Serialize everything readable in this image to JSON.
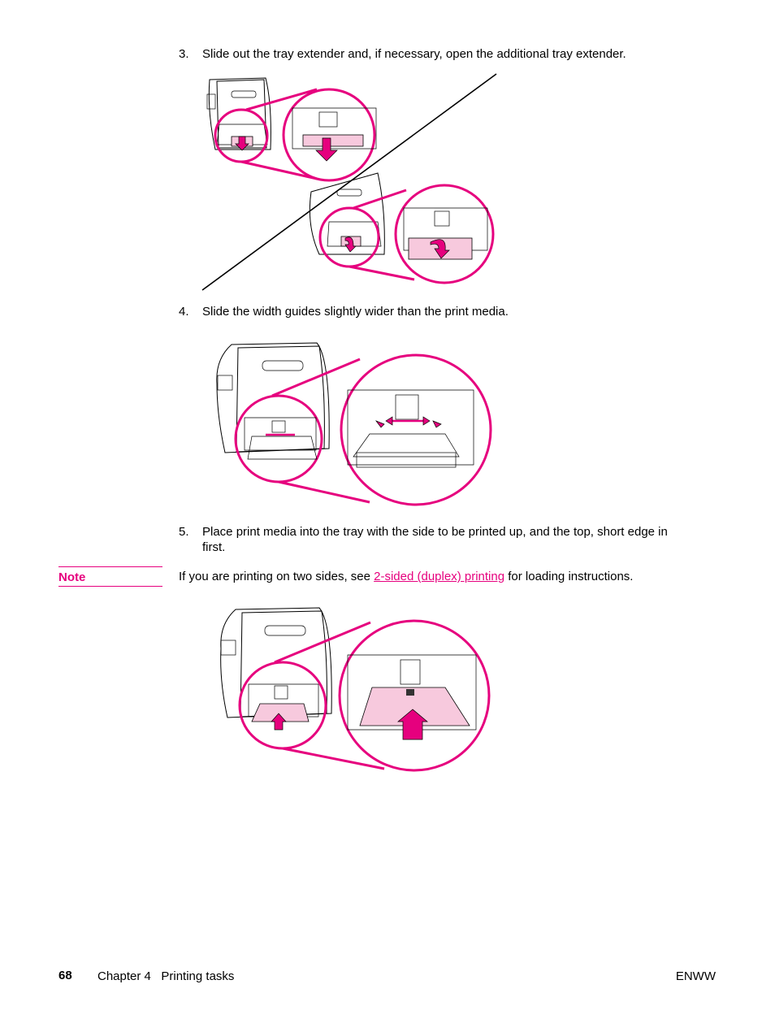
{
  "steps": [
    {
      "number": "3.",
      "text": "Slide out the tray extender and, if necessary, open the additional tray extender."
    },
    {
      "number": "4.",
      "text": "Slide the width guides slightly wider than the print media."
    },
    {
      "number": "5.",
      "text_line1": "Place print media into the tray with the side to be printed up, and the top, short edge in",
      "text_line2": "first."
    }
  ],
  "note": {
    "label": "Note",
    "text_before": "If you are printing on two sides, see ",
    "link_text": "2-sided (duplex) printing",
    "text_after": " for loading instructions."
  },
  "footer": {
    "page_number": "68",
    "chapter": "Chapter 4   Printing tasks",
    "right": "ENWW"
  },
  "colors": {
    "accent": "#e6007e",
    "paper": "#f7c9dd"
  }
}
